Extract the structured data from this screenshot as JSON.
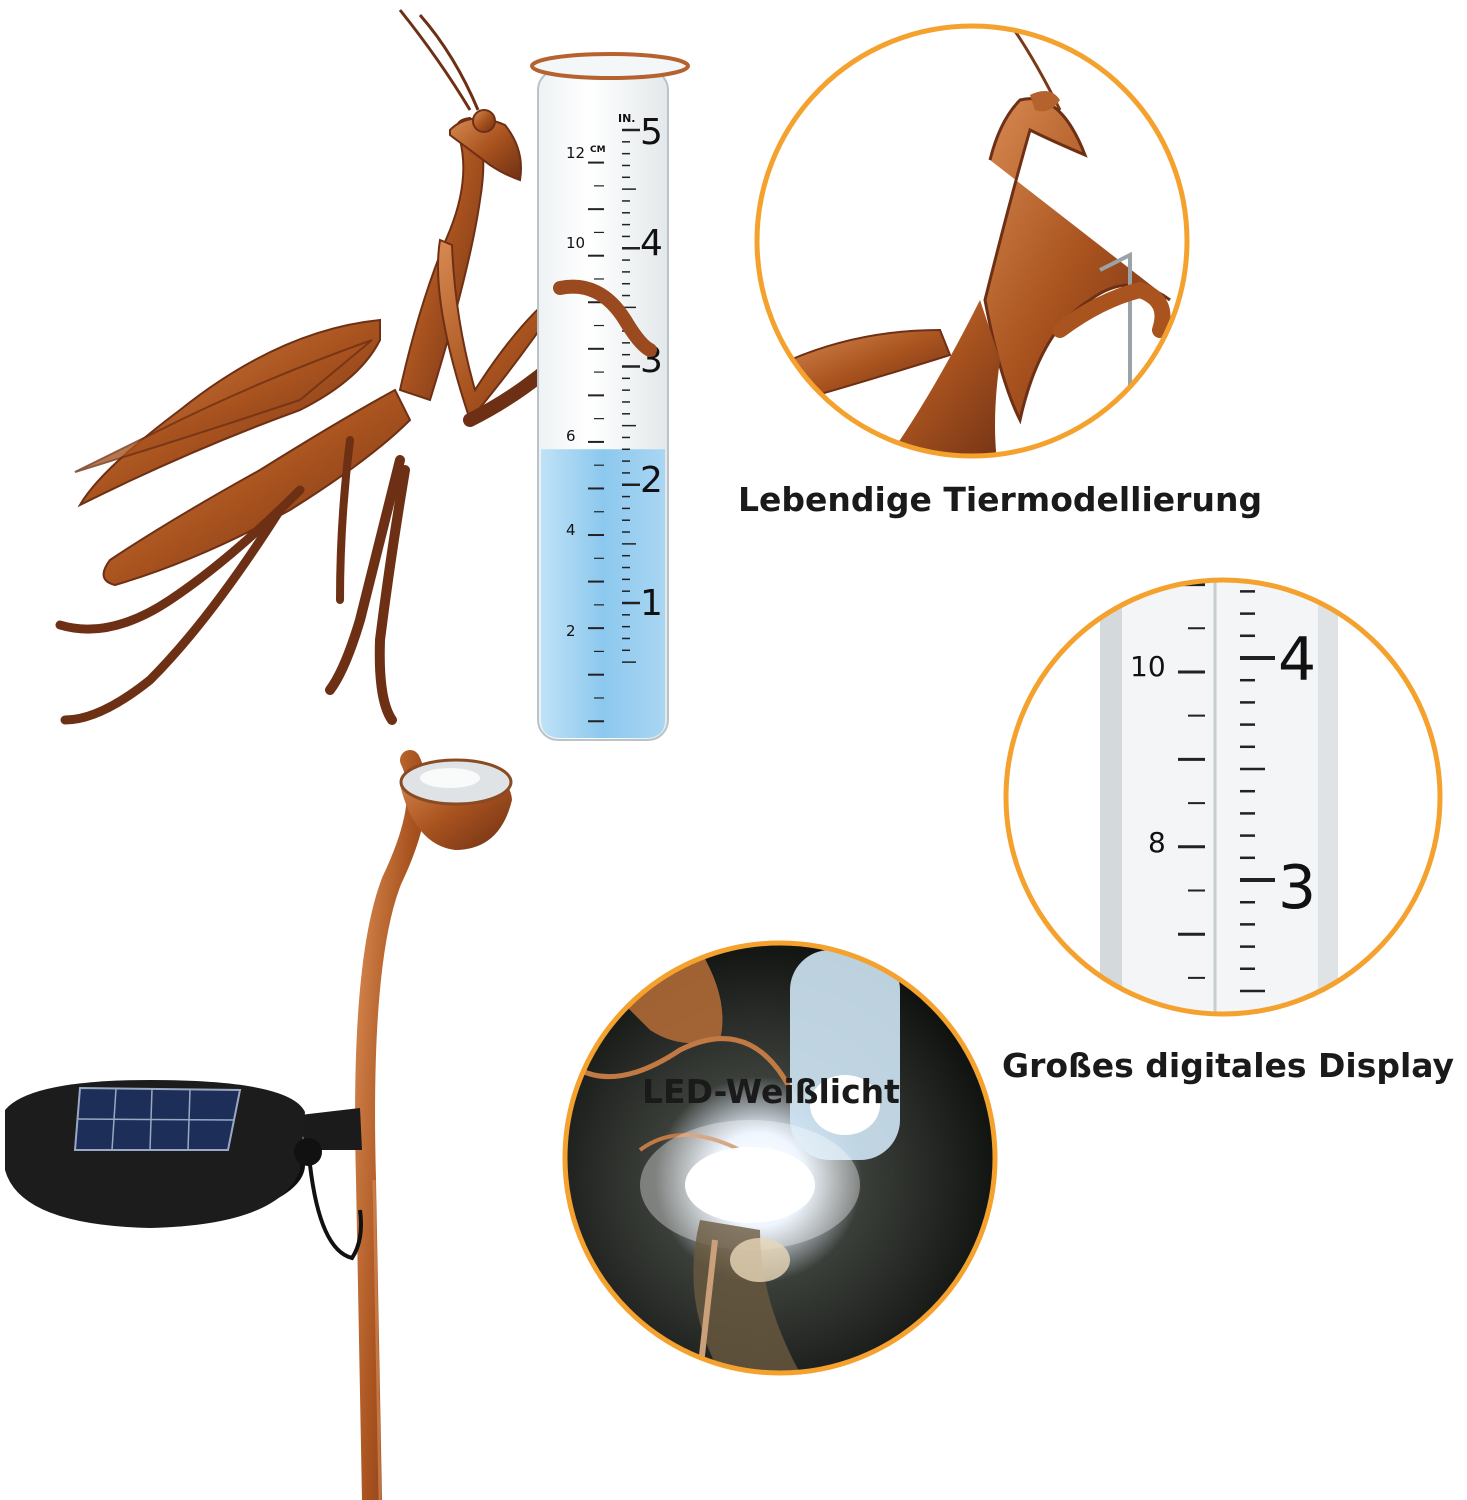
{
  "captions": {
    "feature_1": "Lebendige Tiermodellierung",
    "feature_2": "Großes digitales Display",
    "feature_3": "LED-Weißlicht"
  },
  "gauge": {
    "inch_unit": "IN.",
    "cm_unit": "CM",
    "inch_labels": [
      "5",
      "4",
      "3",
      "2",
      "1"
    ],
    "cm_labels": [
      "12",
      "10",
      "6",
      "4",
      "2"
    ],
    "water_level_in": 2.3
  },
  "zoom_gauge": {
    "inch_labels": [
      "4",
      "3"
    ],
    "cm_labels": [
      "10",
      "8"
    ]
  },
  "colors": {
    "copper": "#b5622f",
    "copper_dark": "#7a3a18",
    "ring": "#f4a12e",
    "water": "#8cc8ee",
    "solar_panel": "#1d2f58"
  }
}
